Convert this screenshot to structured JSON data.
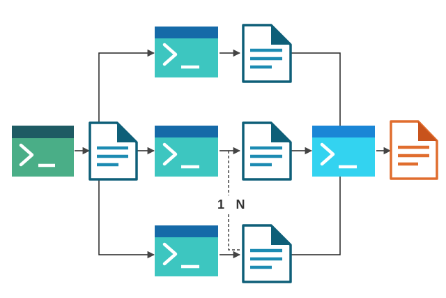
{
  "diagram": {
    "ratio_left": "1",
    "ratio_right": "N"
  },
  "nodes": [
    {
      "id": "source-terminal",
      "kind": "terminal",
      "icon": "terminal-icon",
      "header_color": "#1e5b63",
      "body_color": "#4aae87"
    },
    {
      "id": "split-document",
      "kind": "document",
      "icon": "document-icon",
      "fill": "#ffffff",
      "stroke": "#0e5f78",
      "lines": "#1c8bb2"
    },
    {
      "id": "worker-terminal-top",
      "kind": "terminal",
      "icon": "terminal-icon",
      "header_color": "#156aa8",
      "body_color": "#3dc6c0"
    },
    {
      "id": "worker-terminal-middle",
      "kind": "terminal",
      "icon": "terminal-icon",
      "header_color": "#156aa8",
      "body_color": "#3dc6c0"
    },
    {
      "id": "worker-terminal-bottom",
      "kind": "terminal",
      "icon": "terminal-icon",
      "header_color": "#156aa8",
      "body_color": "#3dc6c0"
    },
    {
      "id": "output-document-top",
      "kind": "document",
      "icon": "document-icon",
      "fill": "#ffffff",
      "stroke": "#0e5f78",
      "lines": "#1c8bb2"
    },
    {
      "id": "output-document-middle",
      "kind": "document",
      "icon": "document-icon",
      "fill": "#ffffff",
      "stroke": "#0e5f78",
      "lines": "#1c8bb2"
    },
    {
      "id": "output-document-bottom",
      "kind": "document",
      "icon": "document-icon",
      "fill": "#ffffff",
      "stroke": "#0e5f78",
      "lines": "#1c8bb2"
    },
    {
      "id": "merge-terminal",
      "kind": "terminal",
      "icon": "terminal-icon",
      "header_color": "#1a86d6",
      "body_color": "#33d3f0"
    },
    {
      "id": "result-document",
      "kind": "document",
      "icon": "document-icon",
      "fill": "#ffffff",
      "stroke": "#e06d2e",
      "lines": "#e06d2e"
    }
  ],
  "edges": [
    {
      "from": "source-terminal",
      "to": "split-document",
      "style": "solid"
    },
    {
      "from": "split-document",
      "to": "worker-terminal-top",
      "style": "solid"
    },
    {
      "from": "split-document",
      "to": "worker-terminal-middle",
      "style": "solid"
    },
    {
      "from": "split-document",
      "to": "worker-terminal-bottom",
      "style": "solid"
    },
    {
      "from": "worker-terminal-top",
      "to": "output-document-top",
      "style": "solid"
    },
    {
      "from": "worker-terminal-middle",
      "to": "output-document-middle",
      "style": "solid"
    },
    {
      "from": "worker-terminal-bottom",
      "to": "output-document-bottom",
      "style": "solid"
    },
    {
      "from": "output-document-top",
      "to": "merge-terminal",
      "style": "solid"
    },
    {
      "from": "output-document-middle",
      "to": "merge-terminal",
      "style": "solid"
    },
    {
      "from": "output-document-bottom",
      "to": "merge-terminal",
      "style": "solid"
    },
    {
      "from": "merge-terminal",
      "to": "result-document",
      "style": "solid"
    },
    {
      "from": "worker-terminal-middle",
      "to": "output-document-bottom",
      "style": "dashed"
    }
  ],
  "colors": {
    "connector": "#222222",
    "arrowhead": "#444444",
    "dashed_connector": "#444444"
  }
}
